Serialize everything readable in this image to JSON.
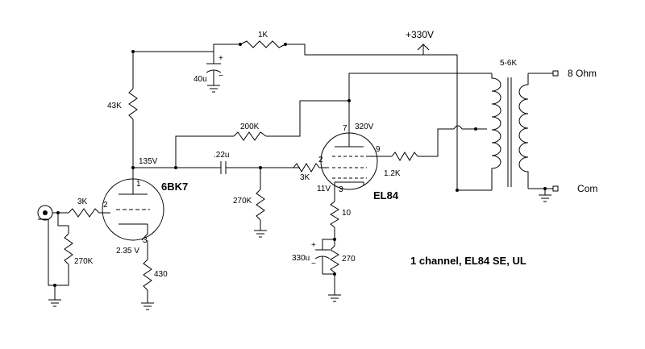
{
  "labels": {
    "supply": "+330V",
    "r_supply": "1K",
    "c_filter": "40u",
    "r_plate1": "43K",
    "v_plate1": "135V",
    "tube1": "6BK7",
    "c_coupling": ".22u",
    "r_feedback": "200K",
    "r_grid_leak2": "270K",
    "r_grid_stop2": "3K",
    "tube2": "EL84",
    "v_plate2": "320V",
    "v_cathode2": "11V",
    "r_screen": "1.2K",
    "r_cathode2a": "10",
    "r_cathode2b": "270",
    "c_cathode2": "330u",
    "r_input_stop": "3K",
    "r_input_leak": "270K",
    "v_cathode1": "2.35 V",
    "r_cathode1": "430",
    "transformer": "5-6K",
    "out_8ohm": "8 Ohm",
    "out_com": "Com",
    "caption": "1 channel, EL84 SE, UL",
    "pins": {
      "t1_plate": "1",
      "t1_grid": "2",
      "t1_cathode": "3",
      "t2_plate": "7",
      "t2_grid": "2",
      "t2_cathode": "3",
      "t2_screen": "9"
    },
    "polarity_plus": "+",
    "polarity_minus": "−"
  }
}
